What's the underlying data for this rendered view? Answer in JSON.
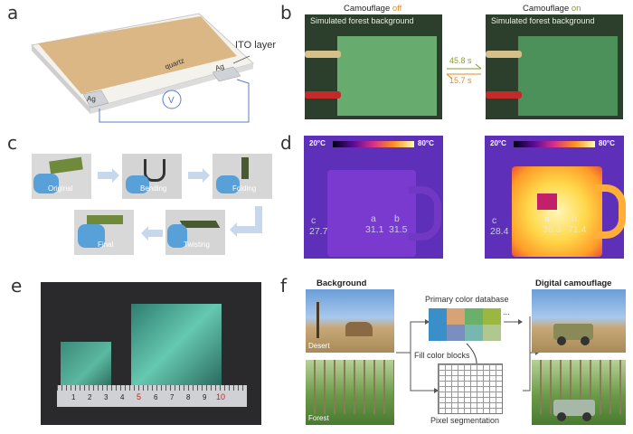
{
  "panels": {
    "a": {
      "label": "a",
      "quartz": "quartz",
      "ag_left": "Ag",
      "ag_right": "Ag",
      "ito": "ITO layer",
      "meter": "V"
    },
    "b": {
      "label": "b",
      "left_title_prefix": "Camouflage ",
      "left_title_state": "off",
      "right_title_prefix": "Camouflage ",
      "right_title_state": "on",
      "bg_text": "Simulated forest background",
      "t_forward": "45.8 s",
      "t_back": "15.7 s",
      "colors": {
        "off": "#e08a1e",
        "on": "#8a9a2e"
      }
    },
    "c": {
      "label": "c",
      "steps": [
        "Original",
        "Bending",
        "Folding",
        "Twisting",
        "Final"
      ]
    },
    "d": {
      "label": "d",
      "scale_min": "20°C",
      "scale_max": "80°C",
      "left": [
        {
          "id": "c",
          "value": "27.7"
        },
        {
          "id": "a",
          "value": "31.1"
        },
        {
          "id": "b",
          "value": "31.5"
        }
      ],
      "right": [
        {
          "id": "c",
          "value": "28.4"
        },
        {
          "id": "a",
          "value": "36.3"
        },
        {
          "id": "b",
          "value": "71.4"
        }
      ]
    },
    "e": {
      "label": "e",
      "ruler": [
        "1",
        "2",
        "3",
        "4",
        "5",
        "6",
        "7",
        "8",
        "9",
        "10"
      ]
    },
    "f": {
      "label": "f",
      "background_title": "Background",
      "digital_title": "Digital camouflage",
      "desert": "Desert",
      "forest": "Forest",
      "database": "Primary color database",
      "fill": "Fill color blocks",
      "pixel": "Pixel segmentation",
      "ellipsis": "...",
      "palette": [
        "#3a8fc8",
        "#d7a274",
        "#6ab06a",
        "#9ab840",
        "#3a8fc8",
        "#7a8ec0",
        "#77b7b0",
        "#b0c890"
      ]
    }
  }
}
